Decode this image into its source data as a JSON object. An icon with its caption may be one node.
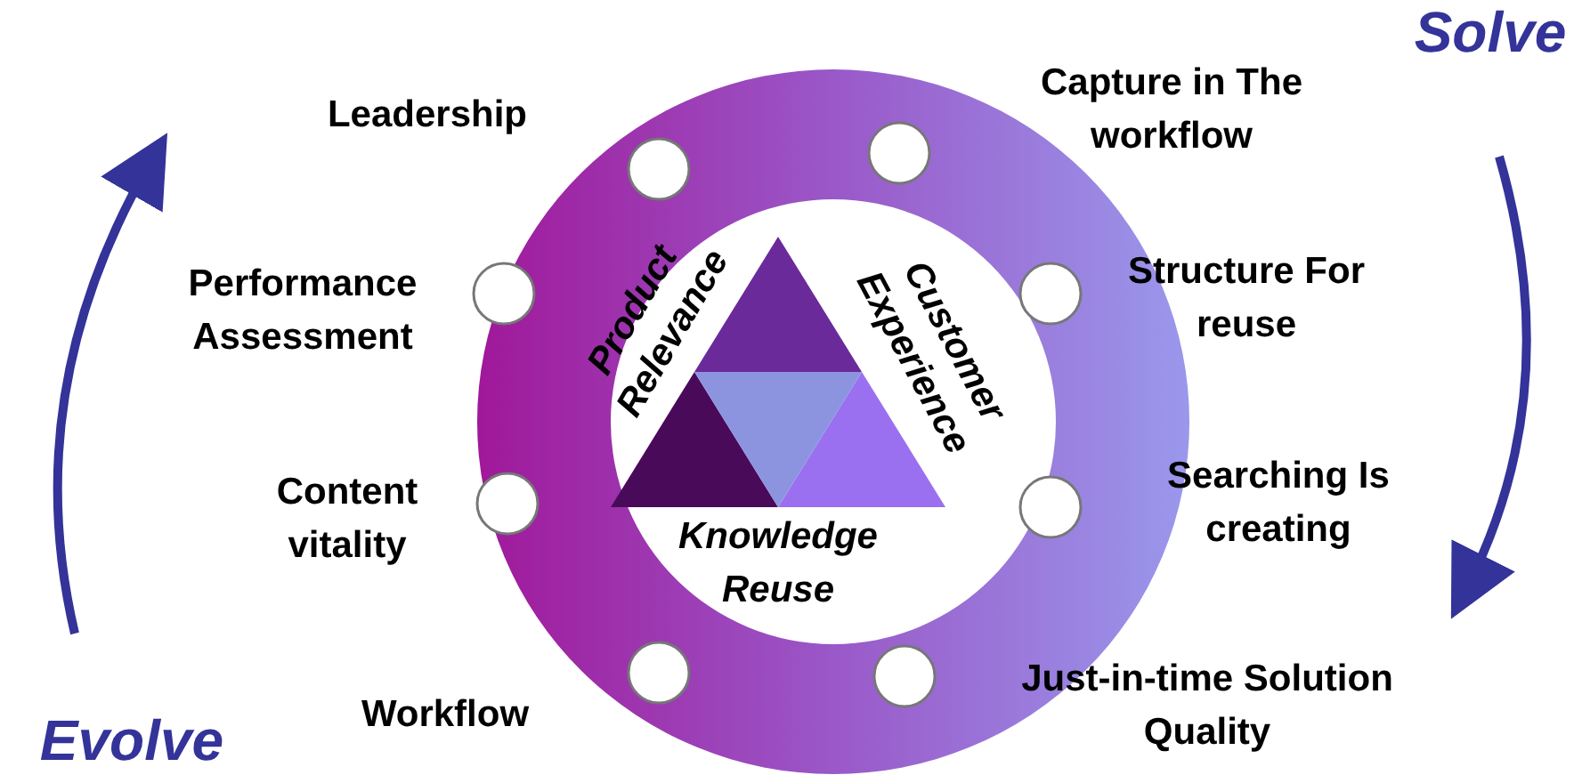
{
  "diagram": {
    "labels": [
      "Leadership",
      "Capture in The workflow",
      "Solve",
      "Performance Assessment",
      "Structure For reuse",
      "Product Relevance",
      "Customer Experience",
      "Content vitality",
      "Searching Is creating",
      "Knowledge Reuse",
      "Evolve",
      "Workflow",
      "Just-in-time Solution Quality"
    ]
  }
}
